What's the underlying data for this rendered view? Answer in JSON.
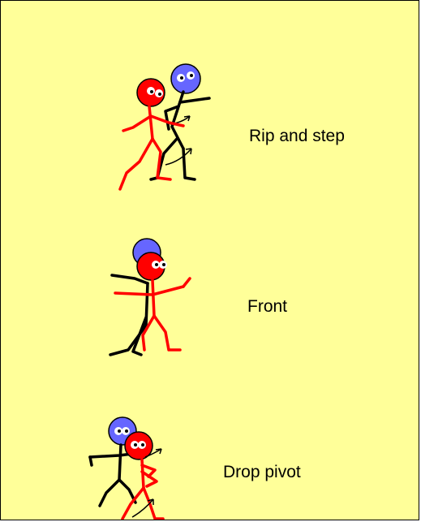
{
  "moves": [
    {
      "label": "Rip and step"
    },
    {
      "label": "Front"
    },
    {
      "label": "Drop pivot"
    }
  ],
  "colors": {
    "background": "#ffff99",
    "border": "#000000",
    "red_player": "#ff0000",
    "blue_player": "#6666ff",
    "stick": "#000000",
    "eye": "#ffffff"
  }
}
